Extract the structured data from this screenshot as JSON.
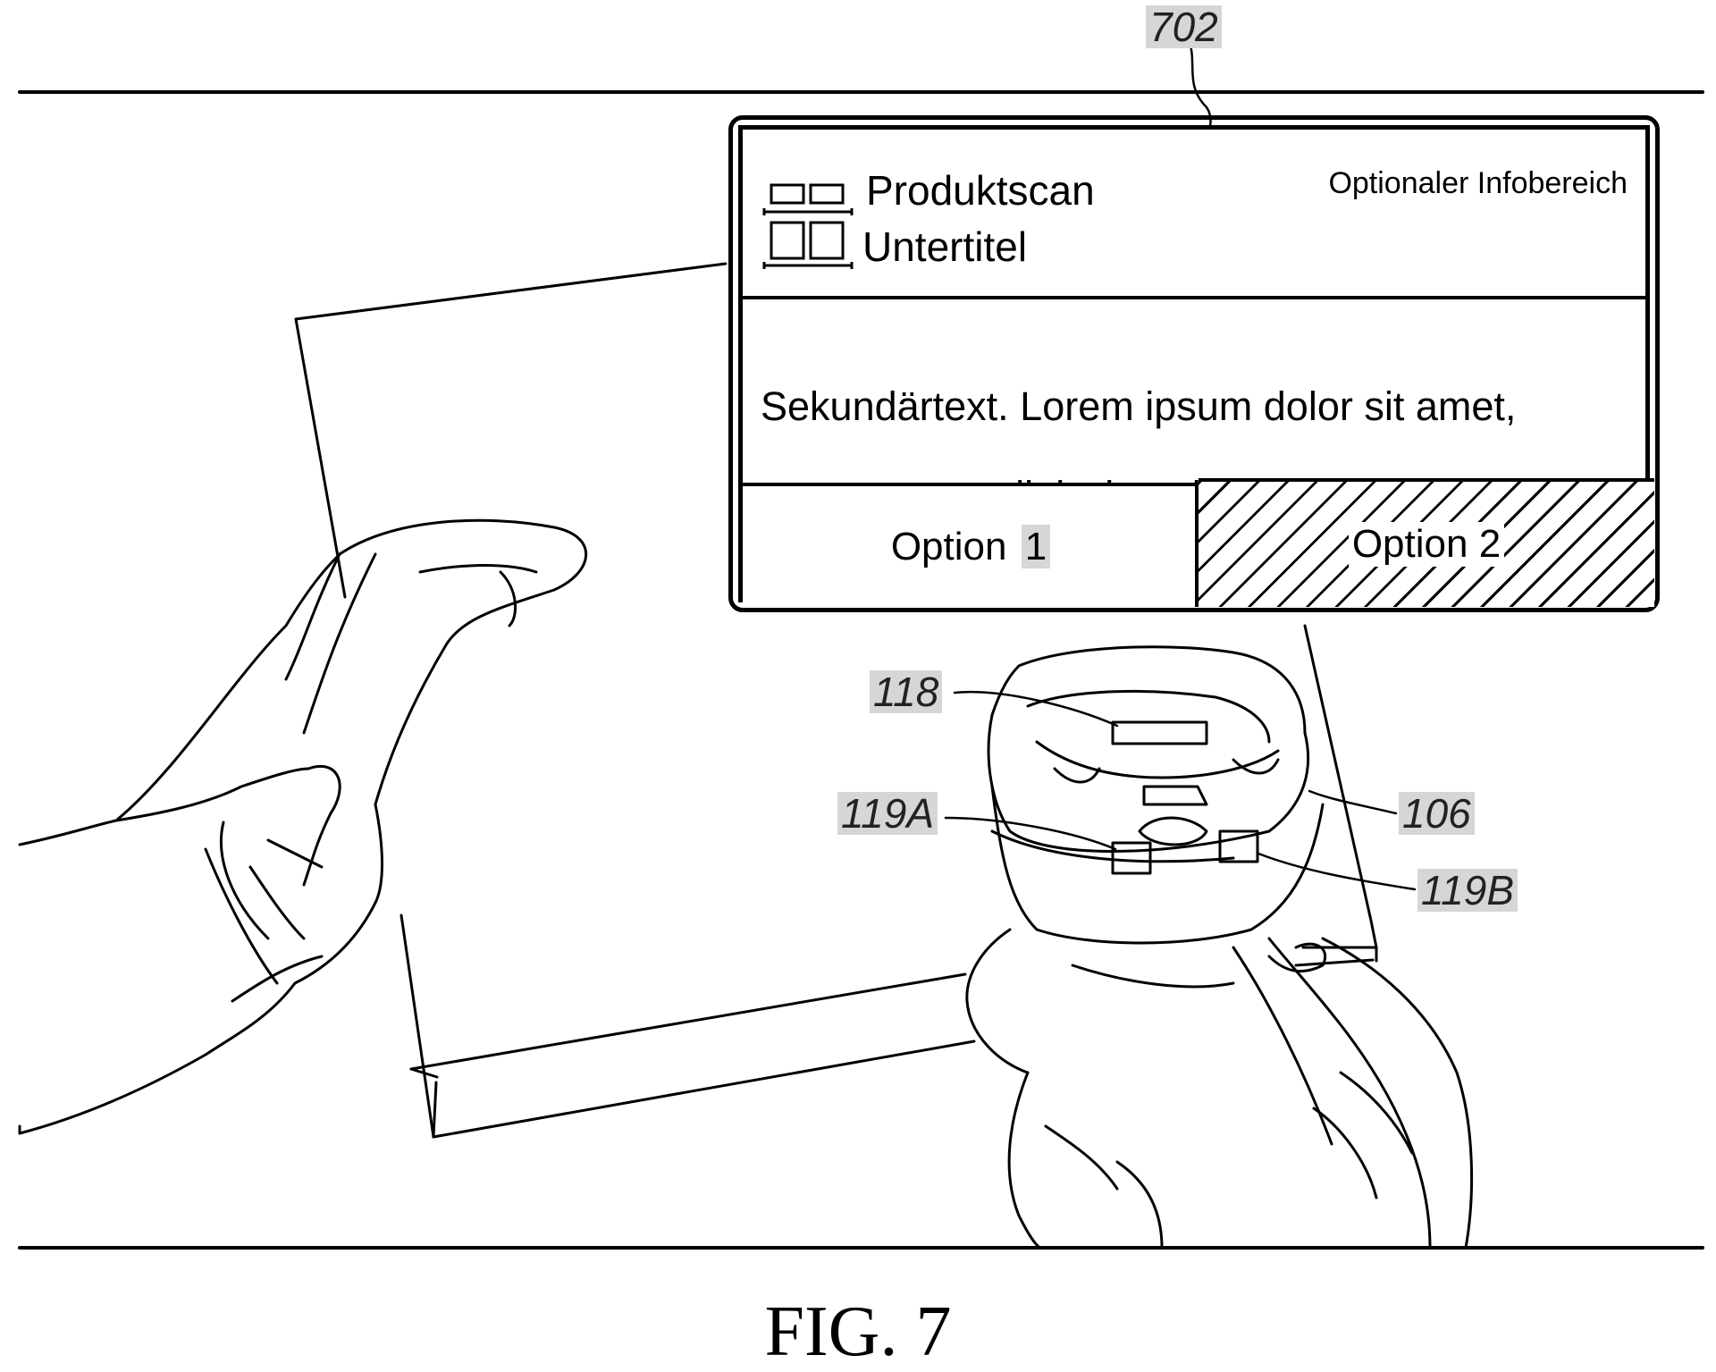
{
  "figure": {
    "caption": "FIG. 7",
    "reference_numerals": {
      "popup": "702",
      "display": "118",
      "sensor_a": "119A",
      "device": "106",
      "sensor_b": "119B"
    }
  },
  "popup": {
    "title": "Produktscan",
    "subtitle": "Untertitel",
    "info_area": "Optionaler Infobereich",
    "body_line_1": "Sekundärtext.   Lorem ipsum dolor sit amet,",
    "body_line_2": "consectetur adipiscing elit. Nam massa quam.",
    "option_1_label": "Option ",
    "option_1_digit": "1",
    "option_2_label": "Option 2",
    "icon": "scan-product-icon"
  }
}
